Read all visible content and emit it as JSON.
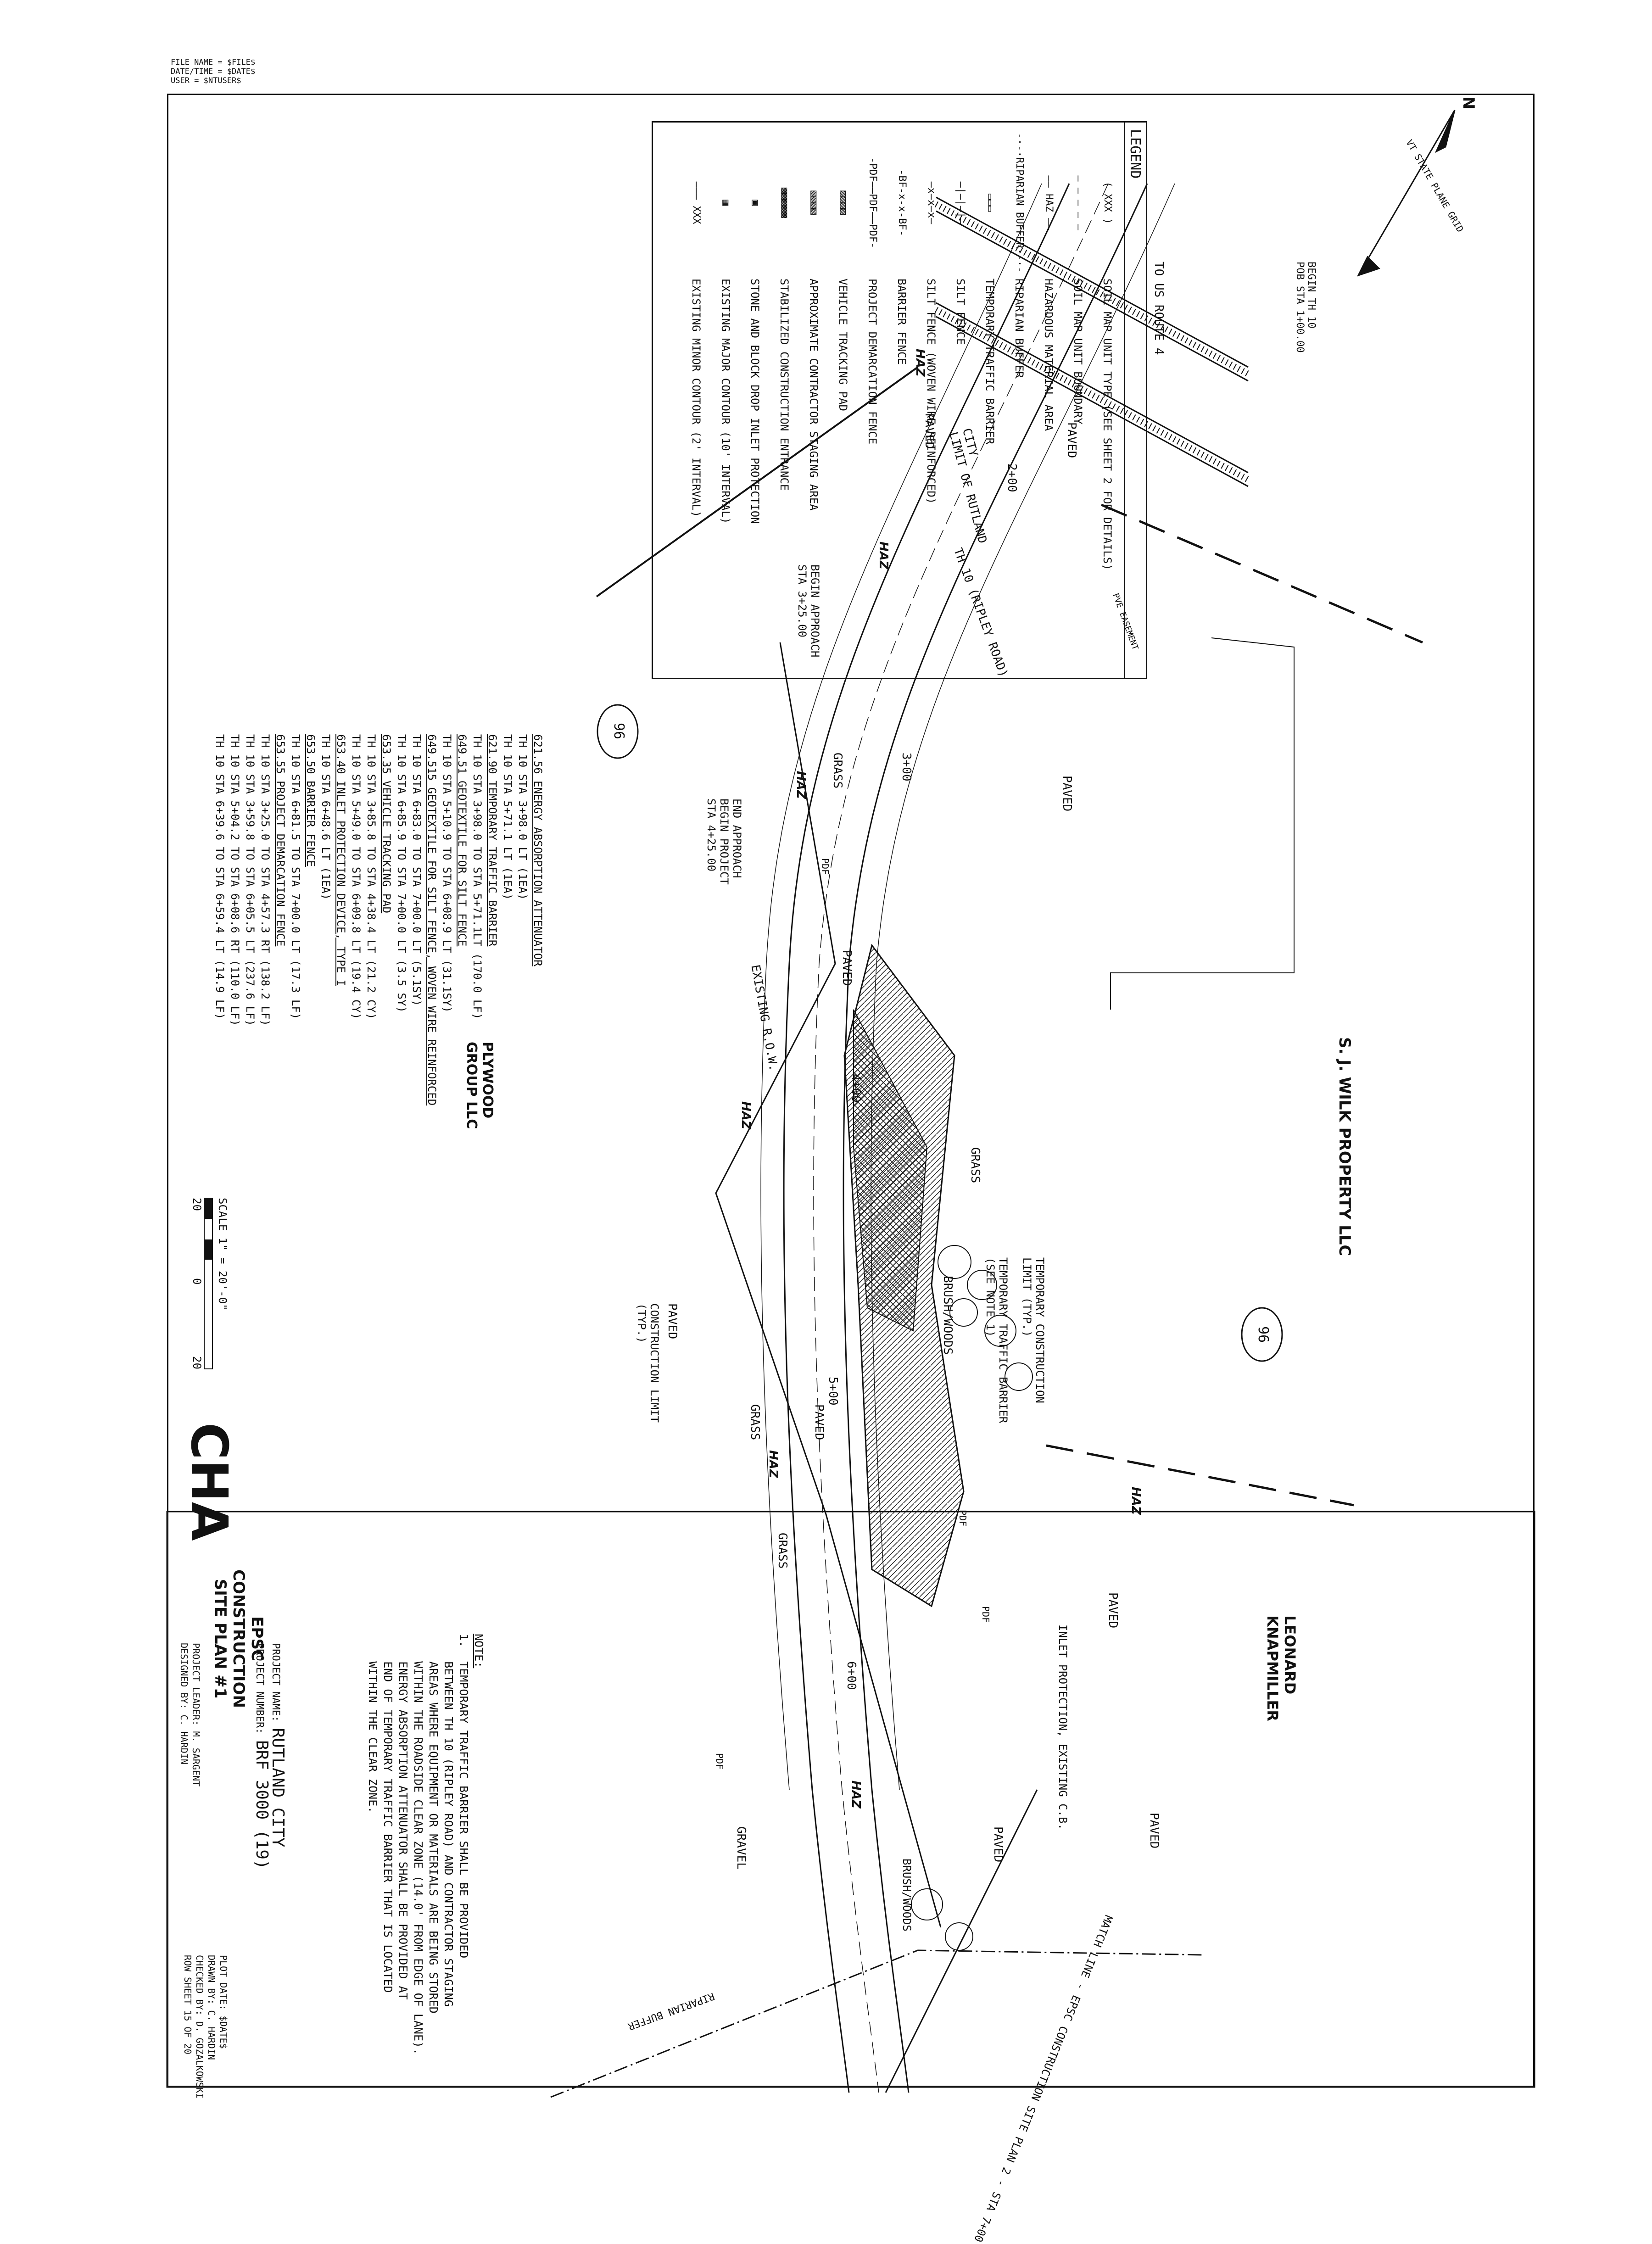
{
  "header": {
    "file_name": "FILE NAME = $FILE$",
    "date_time": "DATE/TIME = $DATE$",
    "user": "USER = $NTUSER$"
  },
  "legend": {
    "title": "LEGEND",
    "soil_symbol": "XXX",
    "items": [
      {
        "symbol": "( XXX )",
        "text": "SOIL MAP UNIT TYPE (SEE SHEET 2 FOR DETAILS)"
      },
      {
        "symbol": "— — — — —",
        "text": "SOIL MAP UNIT BOUNDARY"
      },
      {
        "symbol": "—— HAZ ——",
        "text": "HAZARDOUS MATERIAL AREA"
      },
      {
        "symbol": "-·-·RIPARIAN BUFFER·-·-",
        "text": "RIPARIAN BUFFER"
      },
      {
        "symbol": "▭▭▭",
        "text": "TEMPORARY TRAFFIC BARRIER"
      },
      {
        "symbol": "—|—|—|—",
        "text": "SILT FENCE"
      },
      {
        "symbol": "—x—x—x—",
        "text": "SILT FENCE (WOVEN WIRE REINFORCED)"
      },
      {
        "symbol": "-BF-x-x-BF-",
        "text": "BARRIER FENCE"
      },
      {
        "symbol": "-PDF——PDF——PDF-",
        "text": "PROJECT DEMARCATION FENCE"
      },
      {
        "symbol": "▨▨▨▨",
        "text": "VEHICLE TRACKING PAD"
      },
      {
        "symbol": "▧▧▧▧",
        "text": "APPROXIMATE CONTRACTOR STAGING AREA"
      },
      {
        "symbol": "▩▩▩▩▩",
        "text": "STABILIZED CONSTRUCTION ENTRANCE"
      },
      {
        "symbol": "▣",
        "text": "STONE AND BLOCK DROP INLET PROTECTION"
      },
      {
        "symbol": "▦",
        "text": "EXISTING MAJOR CONTOUR (10' INTERVAL)"
      },
      {
        "symbol": "——— XXX",
        "text": "EXISTING MINOR CONTOUR (2' INTERVAL)"
      }
    ]
  },
  "quantities": [
    {
      "text": "621.56 ENERGY ABSORPTION ATTENUATOR",
      "heading": true
    },
    {
      "text": "TH 10 STA 3+98.0 LT (1EA)",
      "heading": false
    },
    {
      "text": "TH 10 STA 5+71.1 LT (1EA)",
      "heading": false
    },
    {
      "text": "621.90 TEMPORARY TRAFFIC BARRIER",
      "heading": true
    },
    {
      "text": "TH 10 STA 3+98.0 TO STA 5+71.1LT (170.0 LF)",
      "heading": false
    },
    {
      "text": "649.51 GEOTEXTILE FOR SILT FENCE",
      "heading": true
    },
    {
      "text": "TH 10 STA 5+10.9 TO STA 6+08.9 LT (31.1SY)",
      "heading": false
    },
    {
      "text": "649.515 GEOTEXTILE FOR SILT FENCE, WOVEN WIRE REINFORCED",
      "heading": true
    },
    {
      "text": "TH 10 STA 6+83.0 TO STA 7+00.0 LT (5.1SY)",
      "heading": false
    },
    {
      "text": "TH 10 STA 6+85.9 TO STA 7+00.0 LT (3.5 SY)",
      "heading": false
    },
    {
      "text": "653.35 VEHICLE TRACKING PAD",
      "heading": true
    },
    {
      "text": "TH 10 STA 3+85.8 TO STA 4+38.4 LT (21.2 CY)",
      "heading": false
    },
    {
      "text": "TH 10 STA 5+49.0 TO STA 6+09.8 LT (19.4 CY)",
      "heading": false
    },
    {
      "text": "653.40 INLET PROTECTION DEVICE, TYPE I",
      "heading": true
    },
    {
      "text": "TH 10 STA 6+48.6 LT (1EA)",
      "heading": false
    },
    {
      "text": "653.50 BARRIER FENCE",
      "heading": true
    },
    {
      "text": "TH 10 STA 6+81.5 TO STA 7+00.0 LT (17.3 LF)",
      "heading": false
    },
    {
      "text": "653.55 PROJECT DEMARCATION FENCE",
      "heading": true
    },
    {
      "text": "TH 10 STA 3+25.0 TO STA 4+57.3 RT (138.2 LF)",
      "heading": false
    },
    {
      "text": "TH 10 STA 3+59.8 TO STA 6+05.5 LT (237.6 LF)",
      "heading": false
    },
    {
      "text": "TH 10 STA 5+04.2 TO STA 6+08.6 RT (110.0 LF)",
      "heading": false
    },
    {
      "text": "TH 10 STA 6+39.6 TO STA 6+59.4 LT (14.9 LF)",
      "heading": false
    }
  ],
  "notes": {
    "heading": "NOTE:",
    "lines": [
      "1.  TEMPORARY TRAFFIC BARRIER SHALL BE PROVIDED",
      "    BETWEEN TH 10 (RIPLEY ROAD) AND CONTRACTOR STAGING",
      "    AREAS WHERE EQUIPMENT OR MATERIALS ARE BEING STORED",
      "    WITHIN THE ROADSIDE CLEAR ZONE (14.0' FROM EDGE OF LANE).",
      "    ENERGY ABSORPTION ATTENUATOR SHALL BE PROVIDED AT",
      "    END OF TEMPORARY TRAFFIC BARRIER THAT IS LOCATED",
      "    WITHIN THE CLEAR ZONE."
    ]
  },
  "scale": {
    "text": "SCALE 1\" = 20'-0\"",
    "left": "20",
    "mid": "0",
    "right": "20"
  },
  "title_block": {
    "logo": "CHA",
    "sheet_title_1": "EPSC",
    "sheet_title_2": "CONSTRUCTION",
    "sheet_title_3": "SITE PLAN #1",
    "project_name_label": "PROJECT NAME:",
    "project_name": "RUTLAND CITY",
    "project_number_label": "PROJECT NUMBER:",
    "project_number": "BRF 3000 (19)",
    "project_leader": "PROJECT LEADER: M. SARGENT",
    "designed_by": "DESIGNED BY: C. HARDIN",
    "plot_date": "PLOT DATE: $DATE$",
    "drawn_by": "DRAWN BY: C. HARDIN",
    "checked_by": "CHECKED BY: D. GOZALKOWSKI",
    "row_sheet": "ROW SHEET 15  OF 20"
  },
  "plan_labels": {
    "north_arrow": "N",
    "grid_label": "VT STATE PLANE GRID",
    "begin_th10": "BEGIN TH 10",
    "pob": "POB STA 1+00.00",
    "to_us_route": "TO US ROUTE 4",
    "city_limit_1": "CITY",
    "city_limit_2": "LIMIT OF RUTLAND",
    "road": "TH 10 (RIPLEY ROAD)",
    "sta_200": "2+00",
    "sta_300": "3+00",
    "sta_400": "4+00",
    "sta_500": "5+00",
    "sta_600": "6+00",
    "begin_approach_1": "BEGIN APPROACH",
    "begin_approach_2": "STA 3+25.00",
    "end_approach_1": "END APPROACH",
    "end_approach_2": "BEGIN PROJECT",
    "end_approach_3": "STA 4+25.00",
    "existing_row": "EXISTING R.O.W.",
    "sj_wilk": "S. J. WILK PROPERTY LLC",
    "plywood_1": "PLYWOOD",
    "plywood_2": "GROUP LLC",
    "leonard_1": "LEONARD",
    "leonard_2": "KNAPMILLER",
    "soil_96": "96",
    "paved": "PAVED",
    "grass": "GRASS",
    "gravel": "GRAVEL",
    "brush": "BRUSH/WOODS",
    "temp_limit_1": "TEMPORARY CONSTRUCTION",
    "temp_limit_2": "LIMIT (TYP.)",
    "temp_barrier_1": "TEMPORARY TRAFFIC BARRIER",
    "temp_barrier_2": "(SEE NOTE 1)",
    "const_limit_1": "CONSTRUCTION LIMIT",
    "const_limit_2": "(TYP.)",
    "inlet_protection": "INLET PROTECTION, EXISTING C.B.",
    "match_line": "MATCH LINE - EPSC CONSTRUCTION SITE PLAN 2 - STA 7+00",
    "riparian": "RIPARIAN BUFFER",
    "pve": "PVE EASEMENT",
    "haz": "HAZ",
    "pdf": "PDF"
  }
}
